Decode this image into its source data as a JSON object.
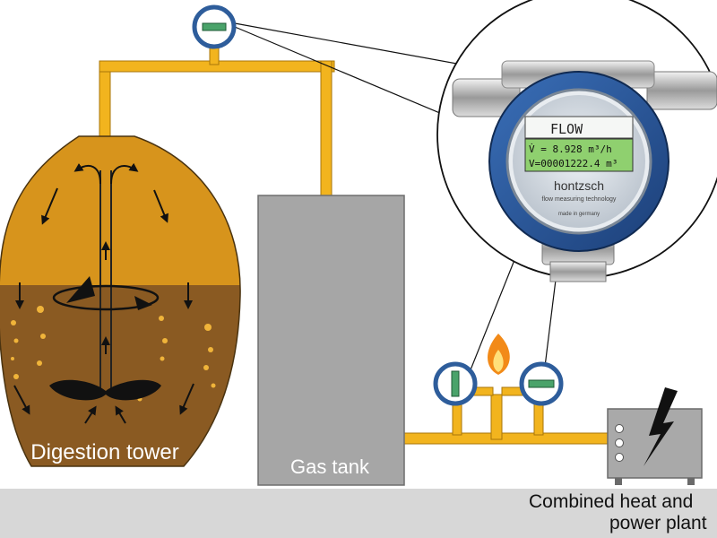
{
  "labels": {
    "digestion_tower": "Digestion tower",
    "gas_tank": "Gas tank",
    "chp_line1": "Combined heat and",
    "chp_line2": "power plant"
  },
  "meter": {
    "display_title": "FLOW",
    "flow_line": "V̇ =   8.928  m³/h",
    "volume_line": "V=00001222.4  m³",
    "brand": "hontzsch",
    "tagline": "flow measuring technology",
    "origin": "made in germany"
  },
  "colors": {
    "pipe": "#f2b41e",
    "pipe_edge": "#a8760a",
    "sludge_top": "#d7941c",
    "sludge_bottom": "#8a5a22",
    "tank_gray": "#a6a6a6",
    "gauge_blue": "#2e5d9b",
    "ground": "#d7d7d7"
  }
}
